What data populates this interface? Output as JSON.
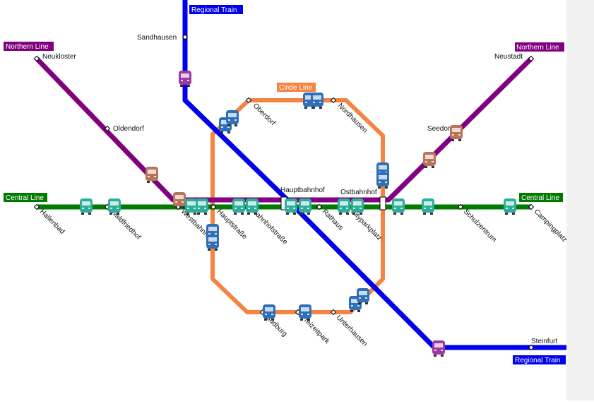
{
  "lines": {
    "regional": {
      "name": "Regional Train",
      "color": "#0000ee"
    },
    "northern": {
      "name": "Northern Line",
      "color": "#800080"
    },
    "central": {
      "name": "Central Line",
      "color": "#007a00"
    },
    "circle": {
      "name": "Circle Line",
      "color": "#f58442"
    }
  },
  "stations": {
    "sandhausen": "Sandhausen",
    "neukloster": "Neukloster",
    "oldendorf": "Oldendorf",
    "neustadt": "Neustadt",
    "seedorf": "Seedorf",
    "oberdorf": "Oberdorf",
    "nordhausen": "Nordhausen",
    "hauptbahnhof": "Hauptbahnhof",
    "ostbahnhof": "Ostbahnhof",
    "hallenbad": "Hallenbad",
    "waldfriedhof": "Waldfriedhof",
    "westbahnhof": "Westbahnhof",
    "hauptstrasse": "Hauptstraße",
    "bahnhofstrasse": "Bahnhofstraße",
    "rathaus": "Rathaus",
    "cityparkplatz": "Cityparkplatz",
    "schulzentrum": "Schulzentrum",
    "campingplatz": "Campingplatz",
    "suedburg": "Südburg",
    "freizeitpark": "Freizeitpark",
    "unterhausen": "Unterhausen",
    "steinfurt": "Steinfurt"
  }
}
